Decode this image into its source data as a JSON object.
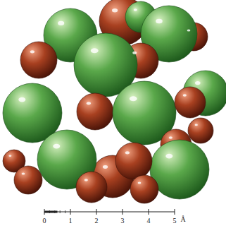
{
  "diagram": {
    "labels": [
      "0",
      "1",
      "2",
      "3",
      "4",
      "5",
      "Å"
    ]
  }
}
